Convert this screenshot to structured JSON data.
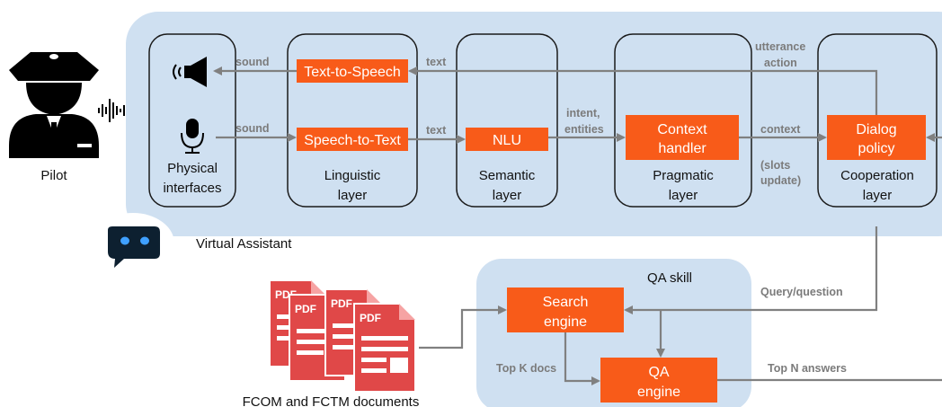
{
  "pilot": {
    "label": "Pilot"
  },
  "assistant": {
    "label": "Virtual Assistant"
  },
  "layers": {
    "physical": [
      "Physical",
      "interfaces"
    ],
    "linguistic": [
      "Linguistic",
      "layer"
    ],
    "semantic": [
      "Semantic",
      "layer"
    ],
    "pragmatic": [
      "Pragmatic",
      "layer"
    ],
    "cooperation": [
      "Cooperation",
      "layer"
    ]
  },
  "modules": {
    "tts": "Text-to-Speech",
    "stt": "Speech-to-Text",
    "nlu": "NLU",
    "context": [
      "Context",
      "handler"
    ],
    "dialog": [
      "Dialog",
      "policy"
    ],
    "search": [
      "Search",
      "engine"
    ],
    "qa": [
      "QA",
      "engine"
    ]
  },
  "edges": {
    "sound_out": "sound",
    "sound_in": "sound",
    "text_tts": "text",
    "text_stt": "text",
    "intent": [
      "intent,",
      "entities"
    ],
    "context": "context",
    "slots": [
      "(slots",
      "update)"
    ],
    "utterance": [
      "utterance",
      "action"
    ],
    "query": "Query/question",
    "topk": "Top K docs",
    "topn": "Top N answers"
  },
  "qa_skill": {
    "title": "QA skill"
  },
  "documents": {
    "label": "FCOM and FCTM documents",
    "pdf_tag": "PDF"
  },
  "colors": {
    "panel": "#cfe0f1",
    "accent": "#f85b19",
    "arrow": "#808080",
    "pdf": "#e04848"
  }
}
